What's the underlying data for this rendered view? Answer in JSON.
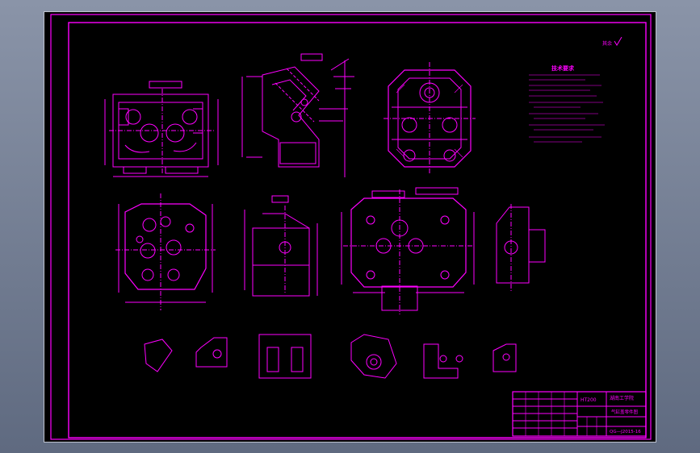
{
  "colors": {
    "line": "#ff00ff",
    "background": "#000000",
    "frame_bg": "#7d879a"
  },
  "drawing": {
    "roughness_note": "其余",
    "tech_requirements_title": "技术要求"
  },
  "title_block": {
    "school": "湖南工学院",
    "part_name": "气缸盖零件图",
    "material": "HT200",
    "drawing_no": "QG—J2015-16"
  }
}
